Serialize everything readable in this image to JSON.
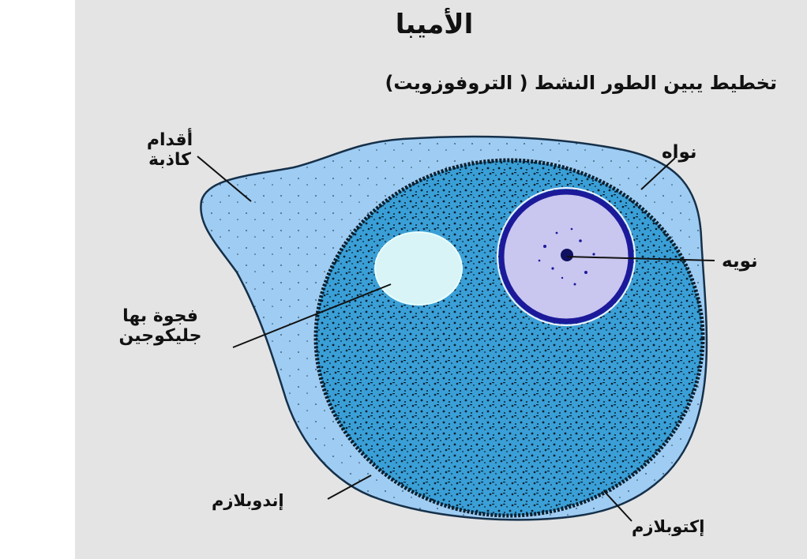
{
  "title": "الأميبا",
  "subtitle": "تخطيط يبين الطور النشط ( التروفوزويت)",
  "labels": {
    "pseudopodia": "أقدام كاذبة",
    "nucleus": "نواه",
    "nucleolus": "نويه",
    "vacuole": "فجوة بها جليكوجين",
    "endoplasm": "إندوبلازم",
    "ectoplasm": "إكتوبلازم"
  },
  "colors": {
    "background": "#e4e4e4",
    "ectoplasm": "#9fccf2",
    "endoplasm": "#3a9fd6",
    "nucleus_fill": "#c9c6f0",
    "nucleus_ring": "#1c1a9a",
    "vacuole": "#d8f4f6"
  }
}
